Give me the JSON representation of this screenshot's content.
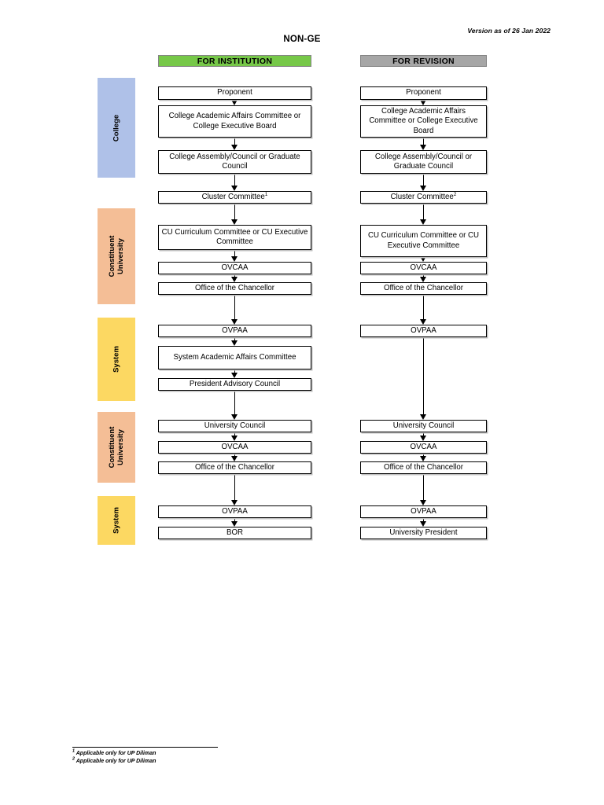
{
  "document": {
    "title": "NON-GE",
    "version_note": "Version as of 26 Jan 2022"
  },
  "columns": [
    {
      "key": "institution",
      "header": "FOR INSTITUTION",
      "color": "#76c848"
    },
    {
      "key": "revision",
      "header": "FOR REVISION",
      "color": "#a6a6a6"
    }
  ],
  "phases": [
    {
      "label": "College",
      "color": "#afc1e8"
    },
    {
      "label": "Constituent\nUniversity",
      "color": "#f4be96"
    },
    {
      "label": "System",
      "color": "#fcd862"
    },
    {
      "label": "Constituent\nUniversity",
      "color": "#f4be96"
    },
    {
      "label": "System",
      "color": "#fcd862"
    }
  ],
  "institution_steps": [
    {
      "text": "Proponent"
    },
    {
      "text": "College Academic Affairs Committee or College Executive Board"
    },
    {
      "text": "College Assembly/Council or Graduate Council"
    },
    {
      "text": "Cluster Committee",
      "footnote": "1"
    },
    {
      "text": "CU Curriculum Committee or CU Executive Committee"
    },
    {
      "text": "OVCAA"
    },
    {
      "text": "Office of the Chancellor"
    },
    {
      "text": "OVPAA"
    },
    {
      "text": "System Academic Affairs Committee"
    },
    {
      "text": "President Advisory Council"
    },
    {
      "text": "University Council"
    },
    {
      "text": "OVCAA"
    },
    {
      "text": "Office of the Chancellor"
    },
    {
      "text": "OVPAA"
    },
    {
      "text": "BOR"
    }
  ],
  "revision_steps": [
    {
      "text": "Proponent"
    },
    {
      "text": "College Academic Affairs Committee or College Executive Board"
    },
    {
      "text": "College Assembly/Council or Graduate Council"
    },
    {
      "text": "Cluster Committee",
      "footnote": "2"
    },
    {
      "text": "CU Curriculum Committee or CU Executive Committee"
    },
    {
      "text": "OVCAA"
    },
    {
      "text": "Office of the Chancellor"
    },
    {
      "text": "OVPAA"
    },
    {
      "text": "University Council"
    },
    {
      "text": "OVCAA"
    },
    {
      "text": "Office of the Chancellor"
    },
    {
      "text": "OVPAA"
    },
    {
      "text": "University President"
    }
  ],
  "footnotes": [
    {
      "mark": "1",
      "text": "Applicable only for UP Diliman"
    },
    {
      "mark": "2",
      "text": "Applicable only for UP Diliman"
    }
  ]
}
